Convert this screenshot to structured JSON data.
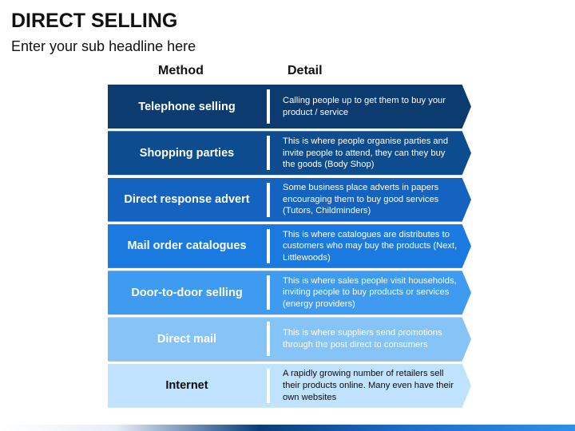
{
  "title": "DIRECT SELLING",
  "subtitle": "Enter your sub headline here",
  "columns": {
    "method": "Method",
    "detail": "Detail"
  },
  "rows": [
    {
      "method": "Telephone selling",
      "detail": "Calling people up to get them to buy your product / service",
      "color": "#0b3b6f"
    },
    {
      "method": "Shopping parties",
      "detail": "This is where people organise parties and invite people to attend, they can they buy the goods (Body Shop)",
      "color": "#0d4c8f"
    },
    {
      "method": "Direct response advert",
      "detail": "Some business place adverts in papers encouraging them to buy good services (Tutors, Childminders)",
      "color": "#1463c0"
    },
    {
      "method": "Mail order catalogues",
      "detail": "This is where catalogues are distributes to customers who may buy the products (Next, Littlewoods)",
      "color": "#1b7ae0"
    },
    {
      "method": "Door-to-door selling",
      "detail": "This is where sales people visit households, inviting people to buy products or services (energy providers)",
      "color": "#3e9bf0"
    },
    {
      "method": "Direct mail",
      "detail": "This is where suppliers send promotions through the post direct to consumers",
      "color": "#86c3f6"
    },
    {
      "method": "Internet",
      "detail": "A rapidly growing number of retailers sell their products online. Many even have their own websites",
      "color": "#bfe2fd"
    }
  ]
}
